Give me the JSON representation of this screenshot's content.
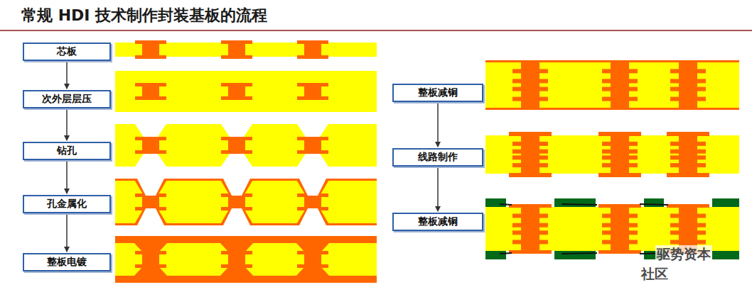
{
  "diagram": {
    "title": "常规 HDI 技术制作封装基板的流程",
    "nodes": [
      {
        "text": [
          "芯板"
        ]
      },
      {
        "text": [
          "次外层层压"
        ]
      },
      {
        "text": [
          "钻孔"
        ]
      },
      {
        "text": [
          "孔金属化"
        ]
      },
      {
        "text": [
          "整板电镀"
        ]
      },
      {
        "text": [
          "整板减铜"
        ]
      },
      {
        "text": [
          "线路制作"
        ]
      },
      {
        "text": [
          "整板减铜"
        ]
      }
    ],
    "edges": [
      {
        "from": 0,
        "to": 1,
        "arrow": "to"
      },
      {
        "from": 1,
        "to": 2,
        "arrow": "to"
      },
      {
        "from": 2,
        "to": 3,
        "arrow": "to"
      },
      {
        "from": 3,
        "to": 4,
        "arrow": "to"
      },
      {
        "from": 5,
        "to": 6,
        "arrow": "to"
      },
      {
        "from": 6,
        "to": 7,
        "arrow": "to"
      }
    ],
    "labels": [
      "驱势资本",
      "社区"
    ]
  }
}
